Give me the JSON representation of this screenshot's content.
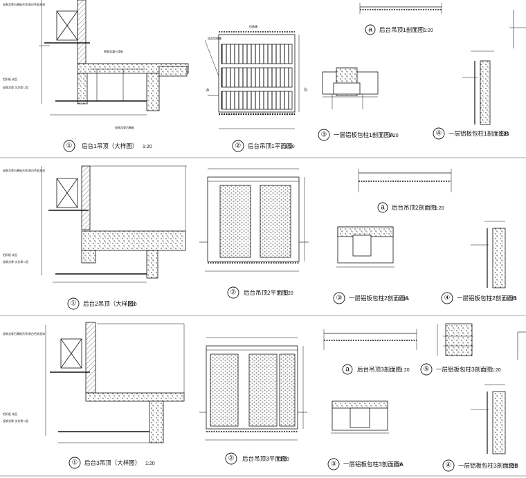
{
  "rows": [
    {
      "views": [
        {
          "num": "①",
          "title": "后台1吊顶（大样图）",
          "scale": "1:20"
        },
        {
          "num": "②",
          "title": "后台吊顶1平面图",
          "scale": "1:20"
        },
        {
          "num": "a",
          "title": "后台吊顶1剖面图",
          "scale": "1:20"
        },
        {
          "num": "③",
          "title": "一层铝板包柱1剖面图A",
          "scale": "1:20"
        },
        {
          "num": "④",
          "title": "一层铝板包柱1剖面图B",
          "scale": "1:20"
        }
      ]
    },
    {
      "views": [
        {
          "num": "①",
          "title": "后台2吊顶（大样图）",
          "scale": "1:20"
        },
        {
          "num": "②",
          "title": "后台吊顶2平面图",
          "scale": "1:20"
        },
        {
          "num": "a",
          "title": "后台吊顶2剖面图",
          "scale": "1:20"
        },
        {
          "num": "③",
          "title": "一层铝板包柱2剖面图A",
          "scale": "1:20"
        },
        {
          "num": "④",
          "title": "一层铝板包柱2剖面图B",
          "scale": "1:20"
        }
      ]
    },
    {
      "views": [
        {
          "num": "①",
          "title": "后台3吊顶（大样图）",
          "scale": "1:20"
        },
        {
          "num": "②",
          "title": "后台吊顶3平面图",
          "scale": "1:20"
        },
        {
          "num": "a",
          "title": "后台吊顶3剖面图",
          "scale": "1:20"
        },
        {
          "num": "⑤",
          "title": "一层铝板包柱3剖面图",
          "scale": "1:20"
        },
        {
          "num": "③",
          "title": "一层铝板包柱3剖面图A",
          "scale": "1:20"
        },
        {
          "num": "④",
          "title": "一层铝板包柱3剖面图B",
          "scale": "1:20"
        }
      ]
    }
  ],
  "section_marks": {
    "a": "a",
    "b": "b"
  }
}
